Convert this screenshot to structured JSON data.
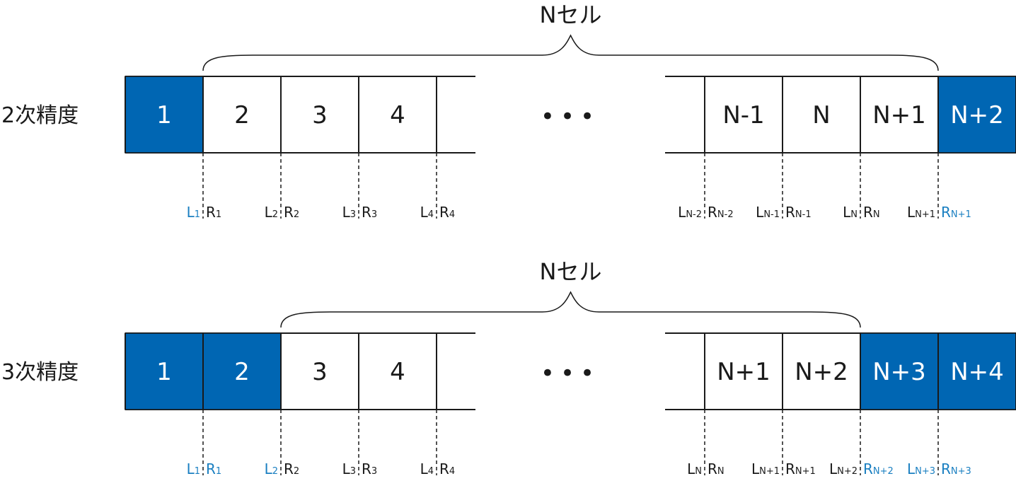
{
  "colors": {
    "ghost": "#0066b3",
    "ghost_text": "#ffffff",
    "cell_text": "#1a1a1a",
    "ghost_label": "#1a7fc1",
    "line": "#1a1a1a"
  },
  "rows": [
    {
      "label": "2次精度",
      "brace_label": "Nセル",
      "ellipsis": "•••",
      "left_cells": [
        {
          "text": "1",
          "ghost": true
        },
        {
          "text": "2",
          "ghost": false
        },
        {
          "text": "3",
          "ghost": false
        },
        {
          "text": "4",
          "ghost": false
        }
      ],
      "right_cells": [
        {
          "text": "N-1",
          "ghost": false
        },
        {
          "text": "N",
          "ghost": false
        },
        {
          "text": "N+1",
          "ghost": false
        },
        {
          "text": "N+2",
          "ghost": true
        }
      ],
      "left_boundaries": [
        {
          "l": "L",
          "l_sub": "1",
          "l_ghost": true,
          "r": "R",
          "r_sub": "1",
          "r_ghost": false
        },
        {
          "l": "L",
          "l_sub": "2",
          "l_ghost": false,
          "r": "R",
          "r_sub": "2",
          "r_ghost": false
        },
        {
          "l": "L",
          "l_sub": "3",
          "l_ghost": false,
          "r": "R",
          "r_sub": "3",
          "r_ghost": false
        },
        {
          "l": "L",
          "l_sub": "4",
          "l_ghost": false,
          "r": "R",
          "r_sub": "4",
          "r_ghost": false
        }
      ],
      "right_boundaries": [
        {
          "l": "L",
          "l_sub": "N-2",
          "l_ghost": false,
          "r": "R",
          "r_sub": "N-2",
          "r_ghost": false
        },
        {
          "l": "L",
          "l_sub": "N-1",
          "l_ghost": false,
          "r": "R",
          "r_sub": "N-1",
          "r_ghost": false
        },
        {
          "l": "L",
          "l_sub": "N",
          "l_ghost": false,
          "r": "R",
          "r_sub": "N",
          "r_ghost": false
        },
        {
          "l": "L",
          "l_sub": "N+1",
          "l_ghost": false,
          "r": "R",
          "r_sub": "N+1",
          "r_ghost": true
        }
      ]
    },
    {
      "label": "3次精度",
      "brace_label": "Nセル",
      "ellipsis": "•••",
      "left_cells": [
        {
          "text": "1",
          "ghost": true
        },
        {
          "text": "2",
          "ghost": true
        },
        {
          "text": "3",
          "ghost": false
        },
        {
          "text": "4",
          "ghost": false
        }
      ],
      "right_cells": [
        {
          "text": "N+1",
          "ghost": false
        },
        {
          "text": "N+2",
          "ghost": false
        },
        {
          "text": "N+3",
          "ghost": true
        },
        {
          "text": "N+4",
          "ghost": true
        }
      ],
      "left_boundaries": [
        {
          "l": "L",
          "l_sub": "1",
          "l_ghost": true,
          "r": "R",
          "r_sub": "1",
          "r_ghost": true
        },
        {
          "l": "L",
          "l_sub": "2",
          "l_ghost": true,
          "r": "R",
          "r_sub": "2",
          "r_ghost": false
        },
        {
          "l": "L",
          "l_sub": "3",
          "l_ghost": false,
          "r": "R",
          "r_sub": "3",
          "r_ghost": false
        },
        {
          "l": "L",
          "l_sub": "4",
          "l_ghost": false,
          "r": "R",
          "r_sub": "4",
          "r_ghost": false
        }
      ],
      "right_boundaries": [
        {
          "l": "L",
          "l_sub": "N",
          "l_ghost": false,
          "r": "R",
          "r_sub": "N",
          "r_ghost": false
        },
        {
          "l": "L",
          "l_sub": "N+1",
          "l_ghost": false,
          "r": "R",
          "r_sub": "N+1",
          "r_ghost": false
        },
        {
          "l": "L",
          "l_sub": "N+2",
          "l_ghost": false,
          "r": "R",
          "r_sub": "N+2",
          "r_ghost": true
        },
        {
          "l": "L",
          "l_sub": "N+3",
          "l_ghost": true,
          "r": "R",
          "r_sub": "N+3",
          "r_ghost": true
        }
      ]
    }
  ]
}
